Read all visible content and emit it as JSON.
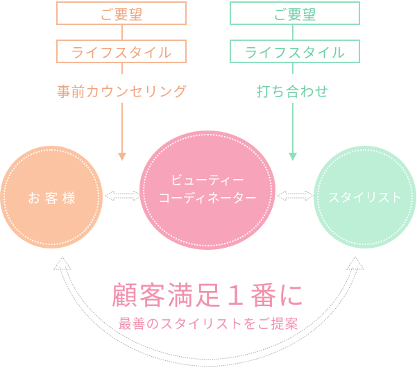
{
  "left_column": {
    "box1": "ご要望",
    "box2": "ライフスタイル",
    "label": "事前カウンセリング"
  },
  "right_column": {
    "box1": "ご要望",
    "box2": "ライフスタイル",
    "label": "打ち合わせ"
  },
  "circles": {
    "customer": "お 客 様",
    "coordinator_line1": "ビューティー",
    "coordinator_line2": "コーディネーター",
    "stylist": "スタイリスト"
  },
  "headline": "顧客満足１番に",
  "subheadline": "最善のスタイリストをご提案",
  "colors": {
    "orange": "#f5b896",
    "green": "#8ee0bd",
    "pink": "#f192ad",
    "customer_fill": "#fbc3a1",
    "coordinator_fill": "#f7a3b9",
    "stylist_fill": "#bdeed6"
  }
}
